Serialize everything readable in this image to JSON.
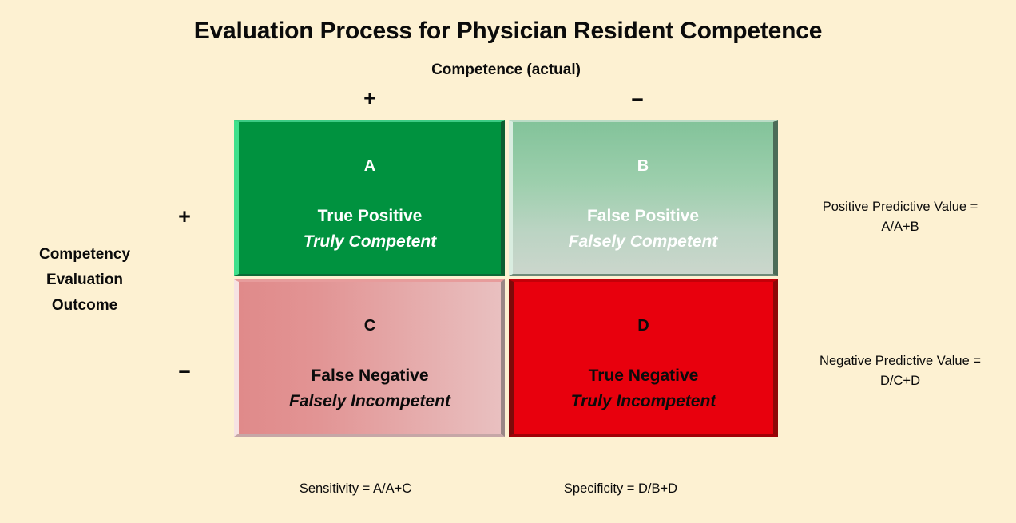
{
  "title": "Evaluation Process for Physician Resident Competence",
  "axes": {
    "column_title": "Competence (actual)",
    "row_title_line1": "Competency",
    "row_title_line2": "Evaluation",
    "row_title_line3": "Outcome",
    "column_positive_sign": "+",
    "column_negative_sign": "–",
    "row_positive_sign": "+",
    "row_negative_sign": "–"
  },
  "matrix": {
    "cells": [
      {
        "id": "A",
        "letter": "A",
        "main_label": "True Positive",
        "sub_label": "Truly Competent",
        "fill": "#00923F",
        "text_color": "#FFFFFF"
      },
      {
        "id": "B",
        "letter": "B",
        "main_label": "False Positive",
        "sub_label": "Falsely Competent",
        "fill": "#83C39A",
        "text_color": "#FFFFFF"
      },
      {
        "id": "C",
        "letter": "C",
        "main_label": "False Negative",
        "sub_label": "Falsely Incompetent",
        "fill": "#E08A8A",
        "text_color": "#0B0B0B"
      },
      {
        "id": "D",
        "letter": "D",
        "main_label": "True Negative",
        "sub_label": "Truly Incompetent",
        "fill": "#E8000D",
        "text_color": "#0B0B0B"
      }
    ]
  },
  "annotations": {
    "ppv_line1": "Positive Predictive Value =",
    "ppv_line2": "A/A+B",
    "npv_line1": "Negative Predictive Value =",
    "npv_line2": "D/C+D",
    "sensitivity": "Sensitivity = A/A+C",
    "specificity": "Specificity = D/B+D"
  },
  "colors": {
    "background": "#FDF1D2",
    "true_positive": "#00923F",
    "false_positive": "#83C39A",
    "false_negative": "#E08A8A",
    "true_negative": "#E8000D",
    "text": "#0B0B0B"
  }
}
